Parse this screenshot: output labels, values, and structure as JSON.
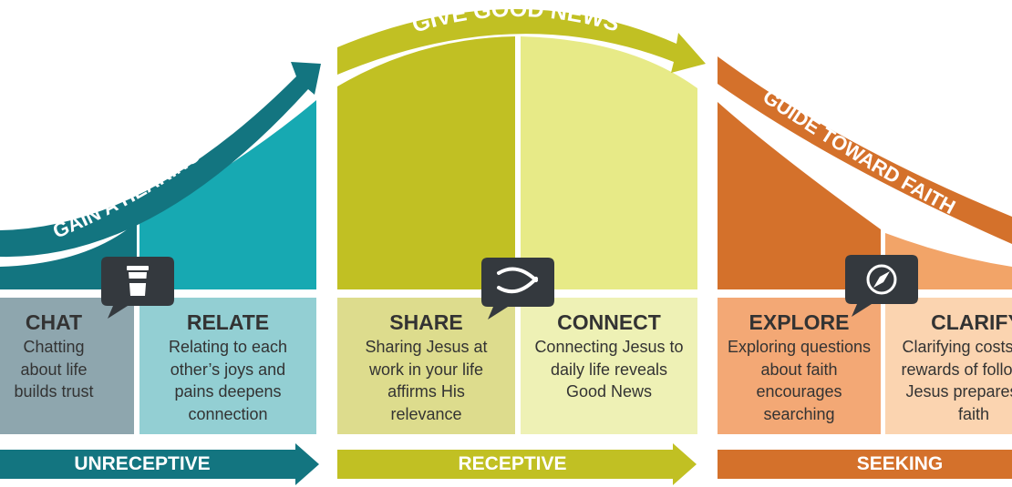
{
  "colors": {
    "teal_dark": "#137580",
    "teal": "#17a9b2",
    "chat_card": "#8ea6ae",
    "relate_card": "#93cfd3",
    "olive": "#c1c023",
    "lime": "#e7ea87",
    "share_card": "#dddc8d",
    "connect_card": "#eef1b5",
    "orange": "#d4712b",
    "orange_light": "#f2a468",
    "explore_card": "#f3a875",
    "clarify_card": "#fbd4b0",
    "icon_bg": "#34393e"
  },
  "arcs": {
    "gain_hearing": "GAIN A HEARING",
    "give_good_news": "GIVE GOOD NEWS",
    "guide_toward_faith": "GUIDE TOWARD FAITH"
  },
  "cards": [
    {
      "title": "CHAT",
      "text": "Chatting about life builds trust"
    },
    {
      "title": "RELATE",
      "text": "Relating to each other’s joys and pains deepens connection"
    },
    {
      "title": "SHARE",
      "text": "Sharing Jesus at work in your life affirms His relevance"
    },
    {
      "title": "CONNECT",
      "text": "Connecting Jesus to daily life reveals Good News"
    },
    {
      "title": "EXPLORE",
      "text": "Exploring questions about faith encourages searching"
    },
    {
      "title": "CLARIFY",
      "text": "Clarifying costs and rewards of following Jesus prepares for faith"
    }
  ],
  "stages": {
    "unreceptive": "UNRECEPTIVE",
    "receptive": "RECEPTIVE",
    "seeking": "SEEKING"
  },
  "icons": [
    "coffee-cup-icon",
    "fish-icon",
    "compass-icon"
  ]
}
